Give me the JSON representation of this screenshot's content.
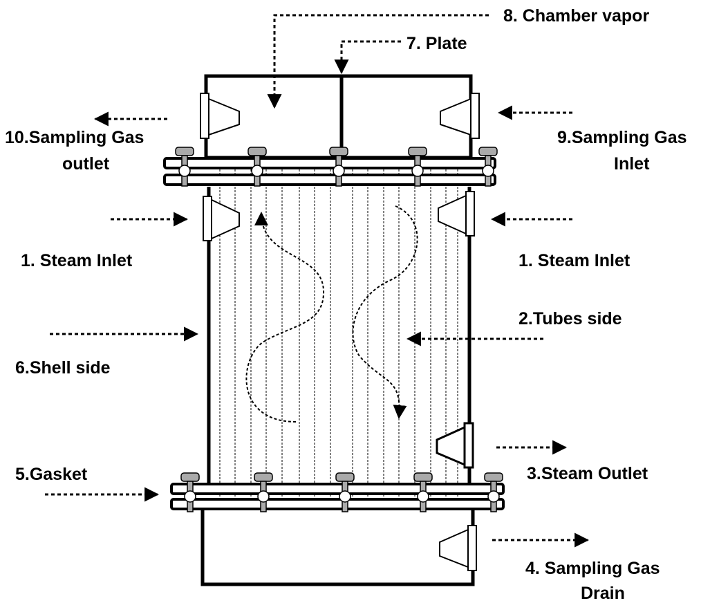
{
  "labels": {
    "chamber_vapor": "8. Chamber vapor",
    "plate": "7. Plate",
    "sampling_gas_outlet_line1": "10.Sampling Gas",
    "sampling_gas_outlet_line2": "outlet",
    "sampling_gas_inlet_line1": "9.Sampling Gas",
    "sampling_gas_inlet_line2": "Inlet",
    "steam_inlet_left": "1. Steam Inlet",
    "steam_inlet_right": "1. Steam Inlet",
    "tubes_side": "2.Tubes side",
    "shell_side": "6.Shell side",
    "gasket": "5.Gasket",
    "steam_outlet": "3.Steam  Outlet",
    "sampling_gas_drain_line1": "4. Sampling Gas",
    "sampling_gas_drain_line2": "Drain"
  },
  "colors": {
    "line": "#000000",
    "background": "#ffffff"
  }
}
